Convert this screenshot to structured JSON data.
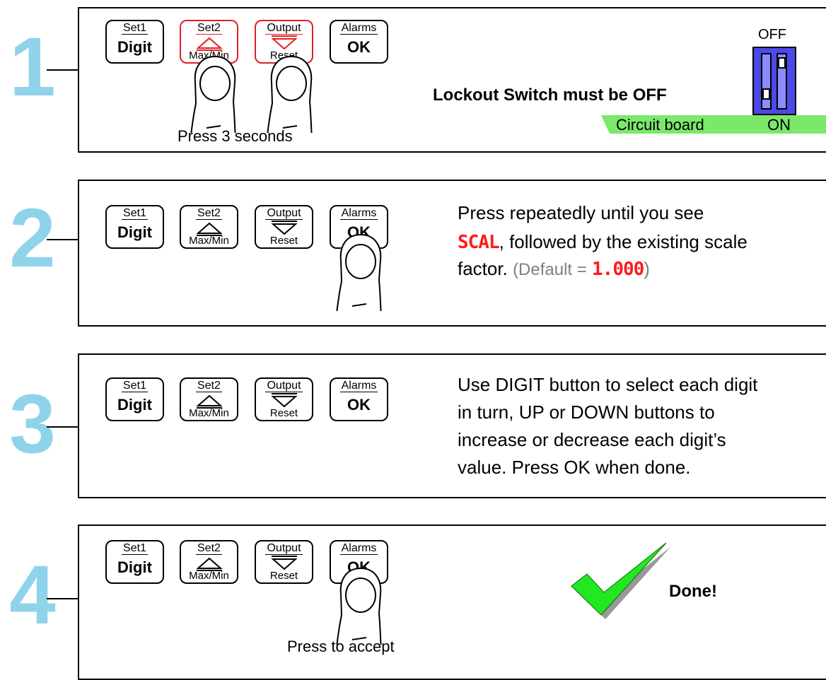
{
  "buttons": {
    "set1": {
      "top": "Set1",
      "main": "Digit"
    },
    "set2": {
      "top": "Set2",
      "bottom": "Max/Min"
    },
    "output": {
      "top": "Output",
      "bottom": "Reset"
    },
    "alarms": {
      "top": "Alarms",
      "main": "OK"
    }
  },
  "steps": [
    {
      "number": "1",
      "caption": "Press 3 seconds",
      "instruction": "Lockout Switch must be OFF",
      "switch": {
        "off_label": "OFF",
        "on_label": "ON",
        "board_label": "Circuit board"
      }
    },
    {
      "number": "2",
      "line1": "Press repeatedly until you see",
      "segment_word": "SCAL",
      "line2_rest": ", followed by the existing scale",
      "line3_start": "factor.",
      "default_label": "(Default =",
      "default_value": "1.000",
      "default_close": ")"
    },
    {
      "number": "3",
      "lines": [
        "Use DIGIT button to select each digit",
        "in turn, UP or DOWN buttons to",
        "increase or decrease each digit’s",
        "value. Press OK when done."
      ]
    },
    {
      "number": "4",
      "caption": "Press to accept",
      "done": "Done!"
    }
  ],
  "colors": {
    "step_number": "#8fd3ea",
    "highlight": "#e31e24",
    "segment": "#ff1a1a",
    "board": "#7be86b",
    "switch": "#4a4ae8",
    "check": "#22e822"
  }
}
